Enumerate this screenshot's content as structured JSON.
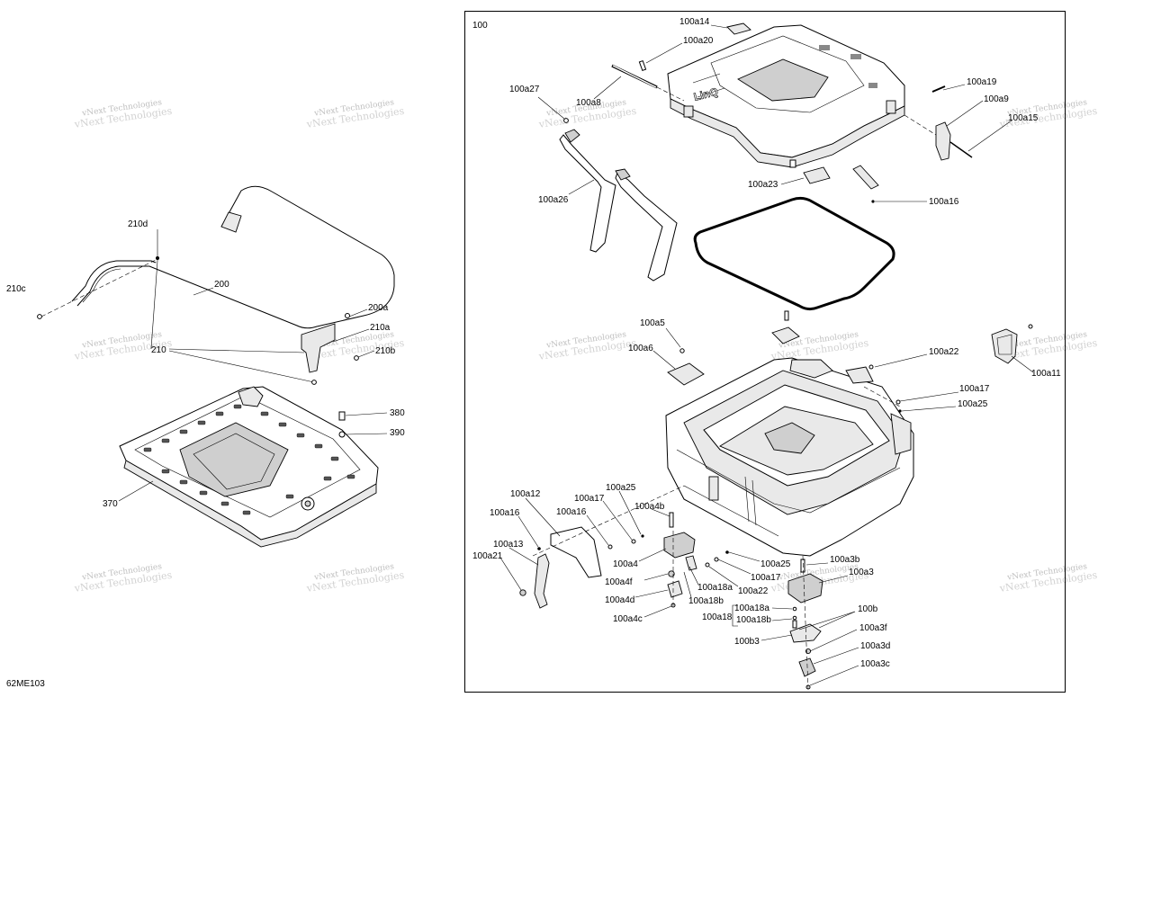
{
  "drawing_code": "62ME103",
  "group_label": "100",
  "watermark_text": "vNext Technologies",
  "callouts": {
    "c100a14": "100a14",
    "c100a20": "100a20",
    "c100a27": "100a27",
    "c100a8": "100a8",
    "c100a19": "100a19",
    "c100a9": "100a9",
    "c100a15": "100a15",
    "c100a26": "100a26",
    "c100a23": "100a23",
    "c100a16_top": "100a16",
    "c100a5": "100a5",
    "c100a6": "100a6",
    "c100a22_top": "100a22",
    "c100a11": "100a11",
    "c100a17_right": "100a17",
    "c100a25_right": "100a25",
    "c100a12": "100a12",
    "c100a17_mid": "100a17",
    "c100a25_mid": "100a25",
    "c100a16_left": "100a16",
    "c100a16_mid": "100a16",
    "c100a4b": "100a4b",
    "c100a13": "100a13",
    "c100a21": "100a21",
    "c100a4": "100a4",
    "c100a4f": "100a4f",
    "c100a4d": "100a4d",
    "c100a4c": "100a4c",
    "c100a18a_left": "100a18a",
    "c100a18b_left": "100a18b",
    "c100a25_low": "100a25",
    "c100a17_low": "100a17",
    "c100a22_low": "100a22",
    "c100a3b": "100a3b",
    "c100a3": "100a3",
    "c100a18a_box": "100a18a",
    "c100a18": "100a18",
    "c100a18b_box": "100a18b",
    "c100b": "100b",
    "c100b3": "100b3",
    "c100a3f": "100a3f",
    "c100a3d": "100a3d",
    "c100a3c": "100a3c",
    "c210d": "210d",
    "c200": "200",
    "c210c": "210c",
    "c200a": "200a",
    "c210a": "210a",
    "c210b": "210b",
    "c210": "210",
    "c380": "380",
    "c390": "390",
    "c370": "370"
  }
}
